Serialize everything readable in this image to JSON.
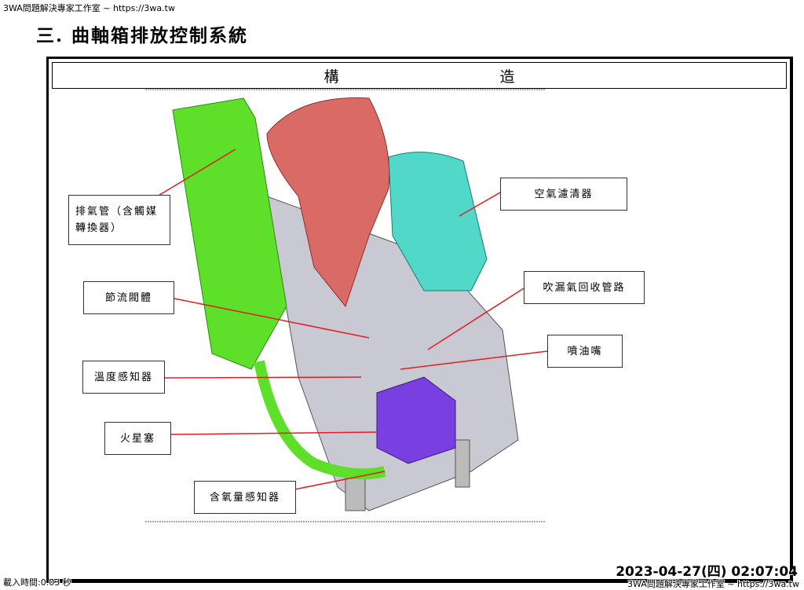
{
  "watermark": "3WA問題解決專家工作室 ~ https://3wa.tw",
  "title": "三. 曲軸箱排放控制系統",
  "header": {
    "left": "構",
    "right": "造"
  },
  "labels": {
    "exhaust": "排氣管（含觸媒轉換器）",
    "air_filter": "空氣濾清器",
    "throttle": "節流閥體",
    "blowby": "吹漏氣回收管路",
    "injector": "噴油嘴",
    "temp_sensor": "溫度感知器",
    "spark_plug": "火星塞",
    "o2_sensor": "含氧量感知器"
  },
  "timestamp": "2023-04-27(四) 02:07:04",
  "load_time": "載入時間:0.03 秒",
  "colors": {
    "exhaust": "#5ee02a",
    "intake": "#d96a66",
    "air_filter": "#52d8c8",
    "cover": "#7a3fe0",
    "arrow": "#e02020"
  }
}
